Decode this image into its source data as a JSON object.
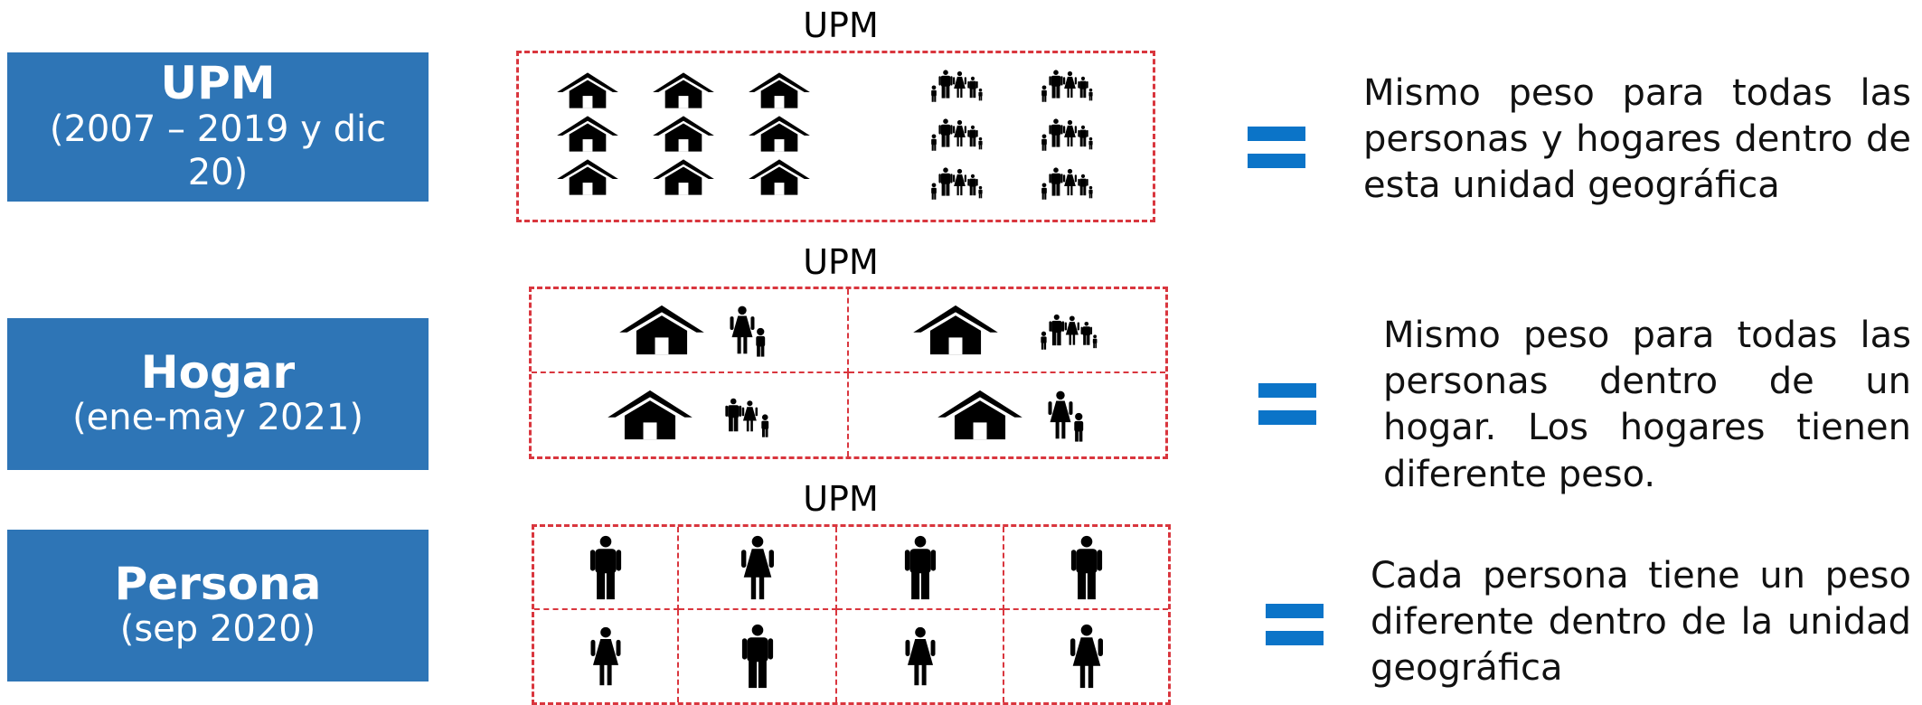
{
  "colors": {
    "label_bg": "#2e75b6",
    "dashed_border": "#d9363e",
    "equals_sign": "#0b74c8"
  },
  "rows": [
    {
      "label_title": "UPM",
      "label_sub": "(2007 – 2019 y dic 20)",
      "box_title": "UPM",
      "description": "Mismo peso para todas las personas  y hogares dentro de esta unidad geográfica",
      "icons": [
        "house-icon",
        "family-icon"
      ]
    },
    {
      "label_title": "Hogar",
      "label_sub": "(ene-may 2021)",
      "box_title": "UPM",
      "description": "Mismo peso para todas las personas dentro de un hogar. Los hogares tienen diferente peso.",
      "icons": [
        "house-icon",
        "family-icon",
        "parent-child-icon"
      ]
    },
    {
      "label_title": "Persona",
      "label_sub": "(sep 2020)",
      "box_title": "UPM",
      "description": "Cada persona tiene un peso diferente dentro de la unidad geográfica",
      "icons": [
        "man-icon",
        "woman-icon"
      ]
    }
  ]
}
